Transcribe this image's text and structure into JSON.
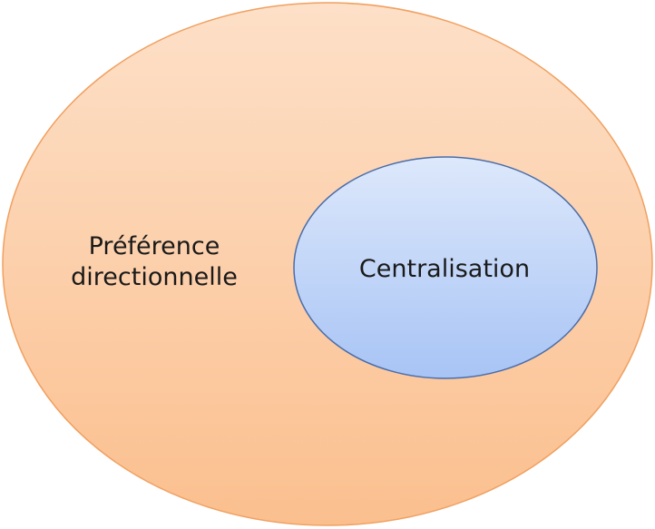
{
  "diagram": {
    "outer_set": {
      "label_line1": "Préférence",
      "label_line2": "directionnelle",
      "fill_top": "#fde0c8",
      "fill_bottom": "#fbbf8e",
      "stroke": "#f0a060"
    },
    "inner_set": {
      "label": "Centralisation",
      "fill_top": "#dde8fb",
      "fill_bottom": "#a8c4f5",
      "stroke": "#4a6da8"
    }
  }
}
